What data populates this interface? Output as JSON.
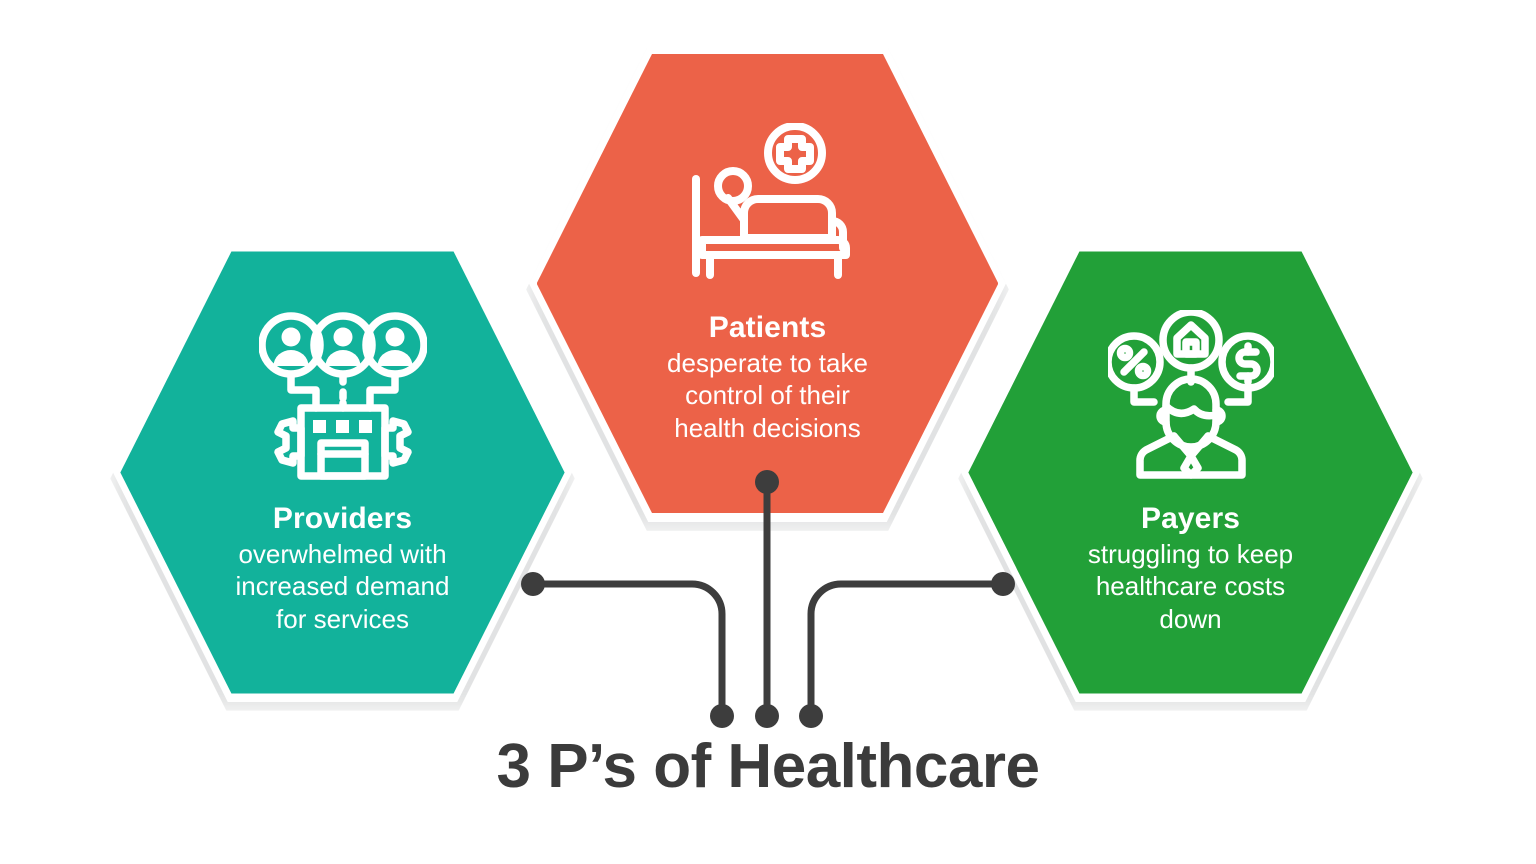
{
  "page": {
    "background_color": "#ffffff",
    "footer_title": "3 P’s of Healthcare",
    "footer_title_color": "#3b3b3b",
    "connector_color": "#3d3d3d"
  },
  "hexagons": [
    {
      "key": "providers",
      "title": "Providers",
      "description": "overwhelmed with\nincreased demand\nfor services",
      "color": "#12b29b",
      "icon_name": "provider-team-facility-icon"
    },
    {
      "key": "patients",
      "title": "Patients",
      "description": "desperate to take\ncontrol of their\nhealth decisions",
      "color": "#ec6248",
      "icon_name": "patient-hospital-bed-icon"
    },
    {
      "key": "payers",
      "title": "Payers",
      "description": "struggling to keep\nhealthcare costs\ndown",
      "color": "#22a038",
      "icon_name": "payer-person-costs-icon"
    }
  ],
  "connectors": {
    "dot_labels": [
      "patients-bottom-dot",
      "providers-right-dot",
      "payers-left-dot",
      "trunk-end-dot-left",
      "trunk-end-dot-center",
      "trunk-end-dot-right"
    ]
  }
}
